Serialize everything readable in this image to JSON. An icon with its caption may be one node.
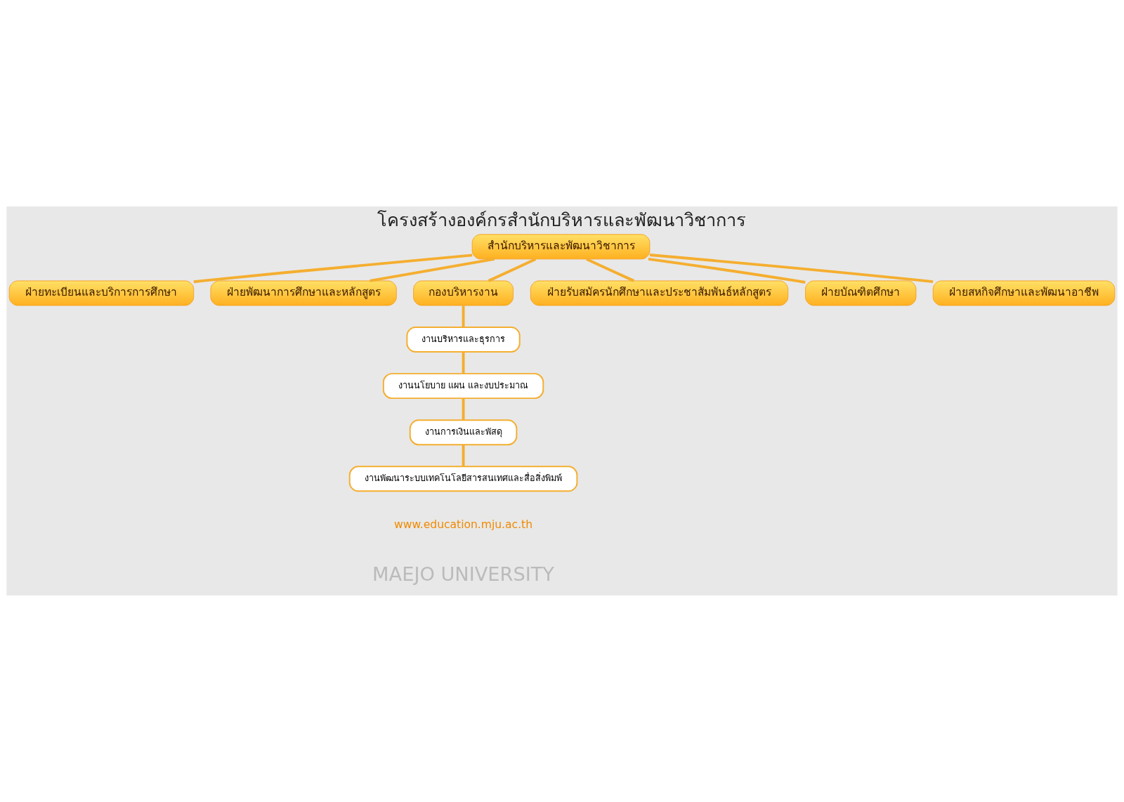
{
  "diagram": {
    "title": "โครงสร้างองค์กรสำนักบริหารและพัฒนาวิชาการ",
    "nodes": [
      {
        "text": [
          "สำนักบริหารและพัฒนาวิชาการ"
        ]
      },
      {
        "text": [
          "ฝ่ายทะเบียนและบริการการศึกษา"
        ]
      },
      {
        "text": [
          "ฝ่ายพัฒนาการศึกษาและหลักสูตร"
        ]
      },
      {
        "text": [
          "กองบริหารงาน"
        ]
      },
      {
        "text": [
          "งานบริหารและธุรการ"
        ]
      },
      {
        "text": [
          "งานนโยบาย แผน และงบประมาณ"
        ]
      },
      {
        "text": [
          "งานการเงินและพัสดุ"
        ]
      },
      {
        "text": [
          "งานพัฒนาระบบเทคโนโลยีสารสนเทศและสื่อสิ่งพิมพ์"
        ]
      },
      {
        "text": [
          "ฝ่ายรับสมัครนักศึกษาและประชาสัมพันธ์หลักสูตร"
        ]
      },
      {
        "text": [
          "ฝ่ายบัณฑิตศึกษา"
        ]
      },
      {
        "text": [
          "ฝ่ายสหกิจศึกษาและพัฒนาอาชีพ"
        ]
      }
    ],
    "edges": [
      {
        "from": 0,
        "to": 1,
        "arrow": "none"
      },
      {
        "from": 0,
        "to": 2,
        "arrow": "none"
      },
      {
        "from": 0,
        "to": 3,
        "arrow": "none"
      },
      {
        "from": 0,
        "to": 8,
        "arrow": "none"
      },
      {
        "from": 0,
        "to": 9,
        "arrow": "none"
      },
      {
        "from": 0,
        "to": 10,
        "arrow": "none"
      },
      {
        "from": 3,
        "to": 4,
        "arrow": "none"
      },
      {
        "from": 4,
        "to": 5,
        "arrow": "none"
      },
      {
        "from": 5,
        "to": 6,
        "arrow": "none"
      },
      {
        "from": 6,
        "to": 7,
        "arrow": "none"
      }
    ],
    "labels": [
      "www.education.mju.ac.th",
      "MAEJO UNIVERSITY"
    ]
  }
}
